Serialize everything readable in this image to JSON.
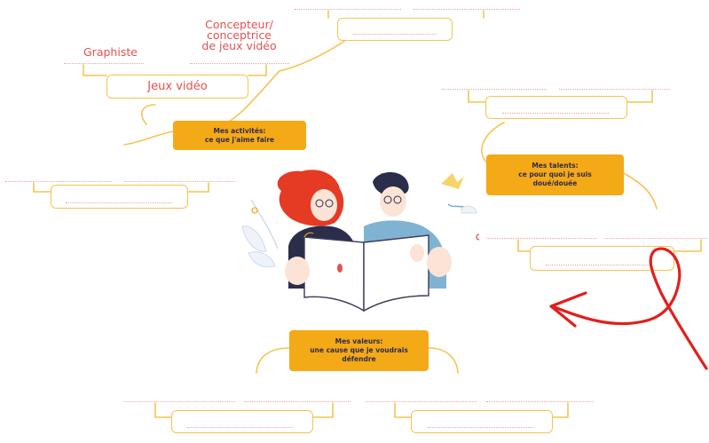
{
  "topics": {
    "activities": [
      "Mes activités:",
      "ce que j'aime faire"
    ],
    "talents": [
      "Mes talents:",
      "ce pour quoi je suis",
      "doué/douée"
    ],
    "values": [
      "Mes valeurs:",
      "une cause que je voudrais",
      "défendre"
    ]
  },
  "examples": {
    "graphiste": "Graphiste",
    "concepteur": [
      "Concepteur/",
      "conceptrice",
      "de jeux vidéo"
    ],
    "jeux_video": "Jeux vidéo"
  },
  "colors": {
    "node_fill": "#f4a917",
    "node_text": "#2f2a4c",
    "connector": "#f5c453",
    "dotted_line": "#f1a3a3",
    "example_text": "#e5514e",
    "annotation": "#e0201c"
  },
  "illustration": {
    "subject": "two-people-reading-open-book-icon"
  },
  "annotation": {
    "shape": "hand-drawn-loop-arrow-icon"
  }
}
